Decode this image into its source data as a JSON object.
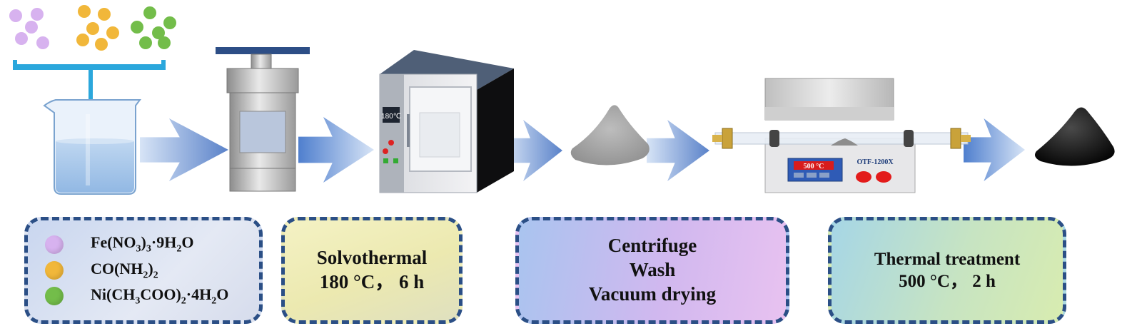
{
  "reagents": [
    {
      "name": "fe-nitrate",
      "label_html": "Fe(NO<sub>3</sub>)<sub>3</sub>·9H<sub>2</sub>O",
      "label": "Fe(NO3)3·9H2O",
      "color": "#d7b2ef"
    },
    {
      "name": "urea",
      "label_html": "CO(NH<sub>2</sub>)<sub>2</sub>",
      "label": "CO(NH2)2",
      "color": "#f1b73a"
    },
    {
      "name": "ni-acetate",
      "label_html": "Ni(CH<sub>3</sub>COO)<sub>2</sub>·4H<sub>2</sub>O",
      "label": "Ni(CH3COO)2·4H2O",
      "color": "#73bd4a"
    }
  ],
  "steps": {
    "solvothermal": {
      "title": "Solvothermal",
      "condition": "180 °C， 6 h"
    },
    "centrifuge": {
      "line1": "Centrifuge",
      "line2": "Wash",
      "line3": "Vacuum drying"
    },
    "thermal": {
      "title": "Thermal treatment",
      "condition": "500 °C， 2 h"
    }
  },
  "oven": {
    "display": "180℃"
  },
  "furnace": {
    "display": "500 °C",
    "model": "OTF-1200X"
  },
  "colors": {
    "arrow": "#6b95d8",
    "dashed_border": "#2b4f86",
    "powder_gray": "#9a9a9a",
    "powder_black": "#111111",
    "beaker_liquid": "#a9c7ea",
    "funnel": "#2ba7dc"
  },
  "icons": [
    "particle-icons",
    "funnel-icon",
    "beaker-icon",
    "autoclave-icon",
    "oven-icon",
    "gray-powder-icon",
    "tube-furnace-icon",
    "black-powder-icon",
    "arrow-icon"
  ]
}
